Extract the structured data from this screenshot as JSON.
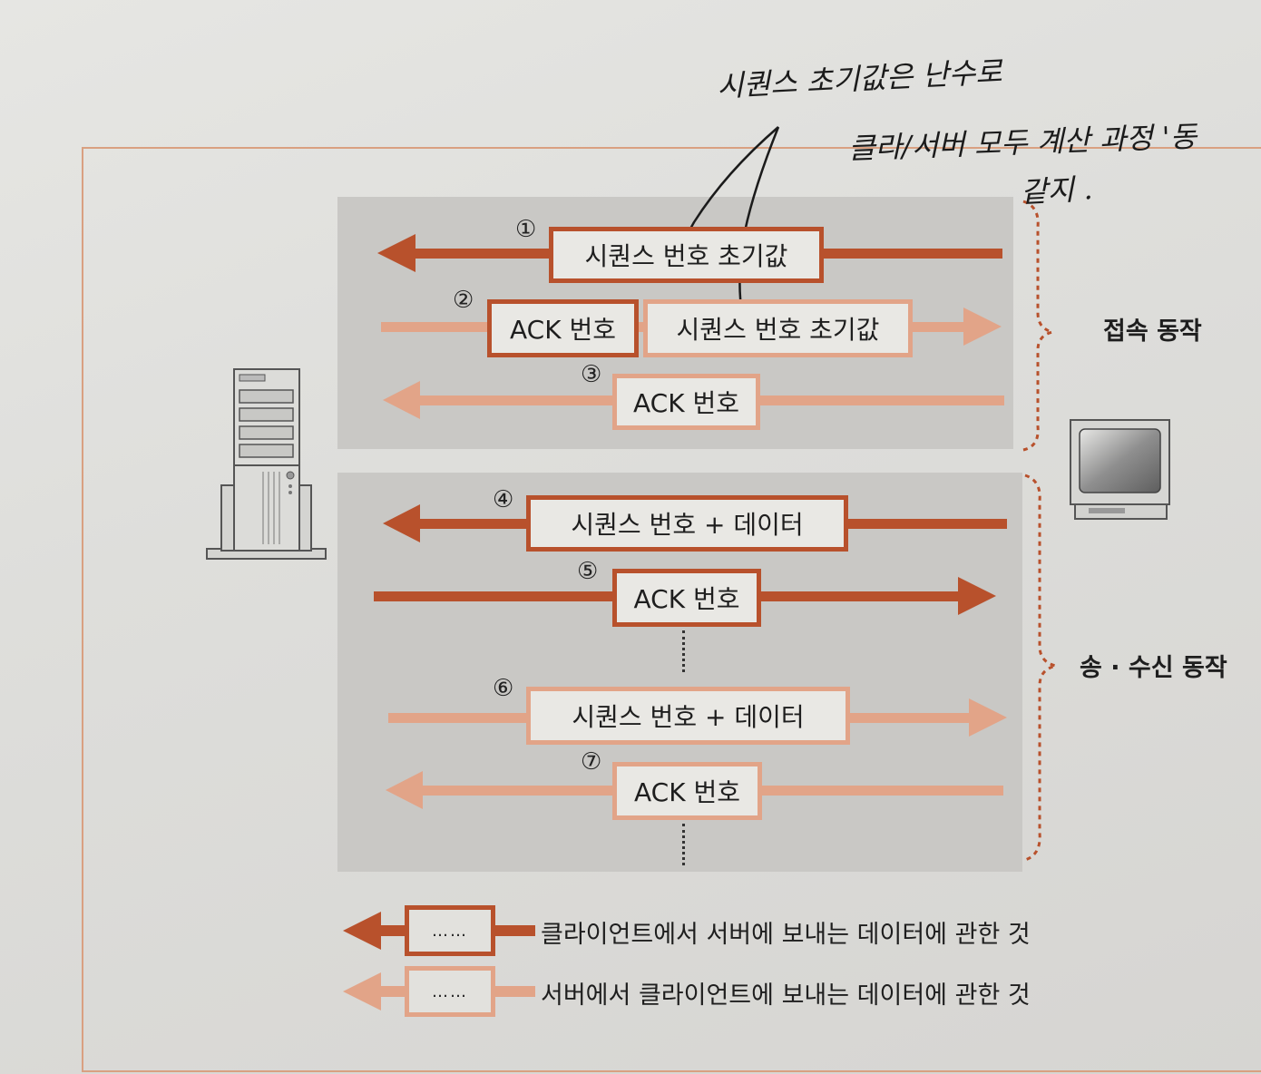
{
  "steps": [
    {
      "num": "①",
      "labels": [
        "시퀀스 번호 초기값"
      ]
    },
    {
      "num": "②",
      "labels": [
        "ACK 번호",
        "시퀀스 번호 초기값"
      ]
    },
    {
      "num": "③",
      "labels": [
        "ACK 번호"
      ]
    },
    {
      "num": "④",
      "labels": [
        "시퀀스 번호 + 데이터"
      ]
    },
    {
      "num": "⑤",
      "labels": [
        "ACK 번호"
      ]
    },
    {
      "num": "⑥",
      "labels": [
        "시퀀스 번호 + 데이터"
      ]
    },
    {
      "num": "⑦",
      "labels": [
        "ACK 번호"
      ]
    }
  ],
  "phases": {
    "connect": "접속 동작",
    "transfer": "송 · 수신 동작"
  },
  "legend": {
    "box_text": "……",
    "client_to_server": "클라이언트에서 서버에 보내는 데이터에 관한 것",
    "server_to_client": "서버에서 클라이언트에 보내는 데이터에 관한 것"
  },
  "handwriting": {
    "line1": "시퀀스 초기값은 난수로",
    "line2": "클라/서버 모두 계산 과정 '동",
    "line3": "같지 ."
  },
  "icons": {
    "server": "server-tower-icon",
    "client": "monitor-icon"
  },
  "colors": {
    "client_to_server": "#b8512c",
    "server_to_client": "#e2a488",
    "panel": "#c9c8c5",
    "frame": "#d9a081"
  }
}
